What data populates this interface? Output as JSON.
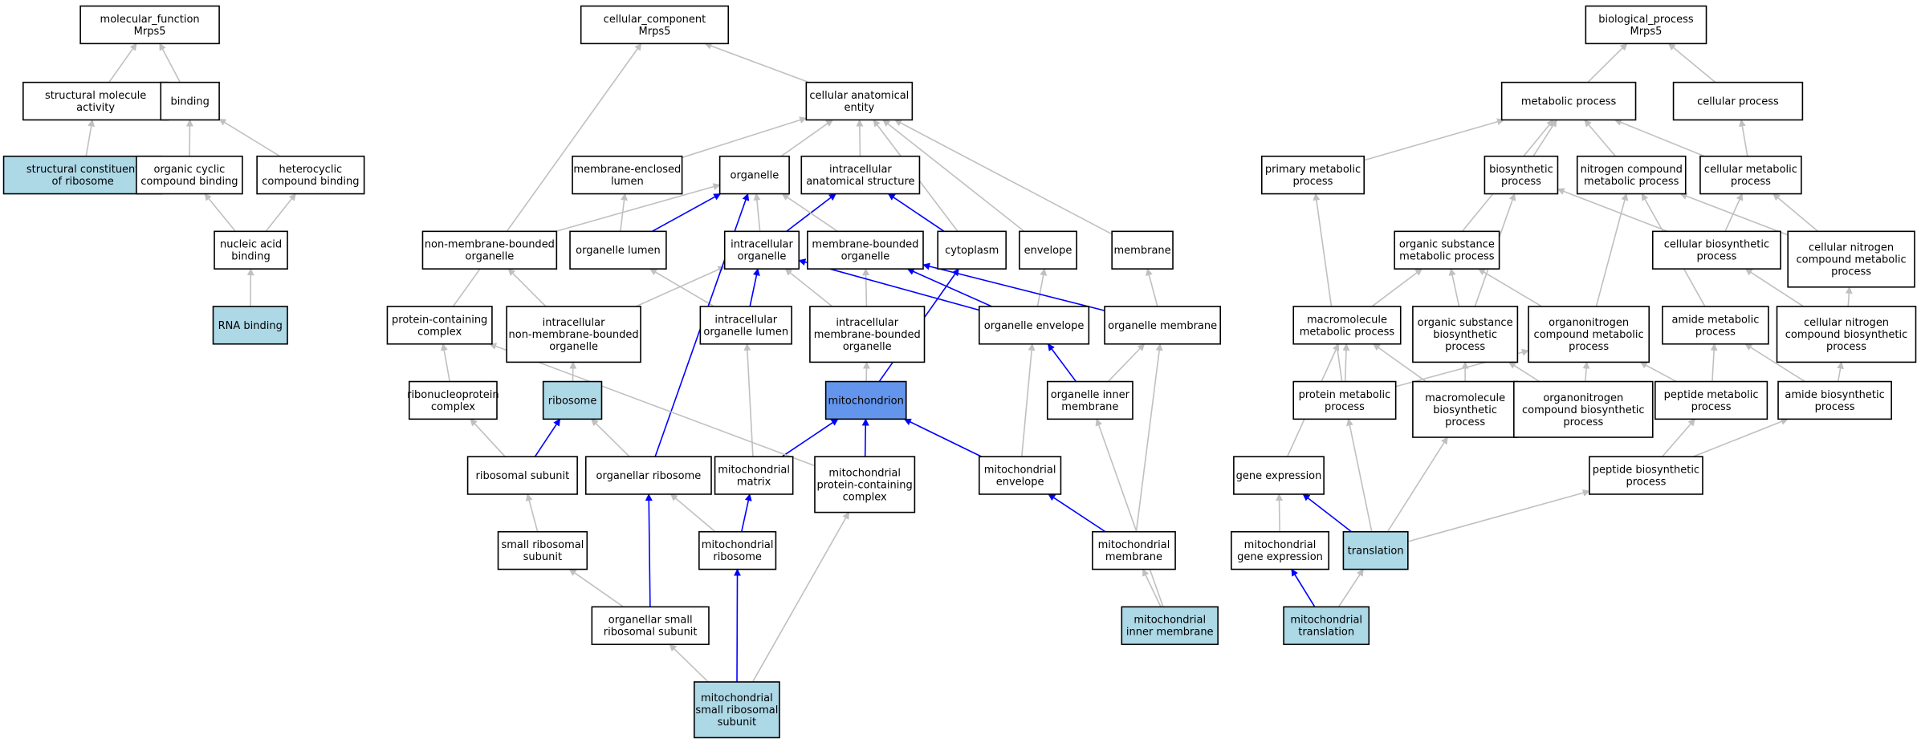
{
  "colors": {
    "default_fill": "#ffffff",
    "highlight_fill": "#add8e6",
    "focus_fill": "#6495ed",
    "edge_gray": "#c0c0c0",
    "edge_blue": "#0000ff"
  },
  "nodes": [
    {
      "id": "mf",
      "lines": [
        "molecular_function",
        "Mrps5"
      ],
      "style": "default"
    },
    {
      "id": "cc",
      "lines": [
        "cellular_component",
        "Mrps5"
      ],
      "style": "default"
    },
    {
      "id": "bp",
      "lines": [
        "biological_process",
        "Mrps5"
      ],
      "style": "default"
    },
    {
      "id": "sma",
      "lines": [
        "structural molecule",
        "activity"
      ],
      "style": "default"
    },
    {
      "id": "binding",
      "lines": [
        "binding"
      ],
      "style": "default"
    },
    {
      "id": "cae",
      "lines": [
        "cellular anatomical",
        "entity"
      ],
      "style": "default"
    },
    {
      "id": "metproc",
      "lines": [
        "metabolic process"
      ],
      "style": "default"
    },
    {
      "id": "cellproc",
      "lines": [
        "cellular process"
      ],
      "style": "default"
    },
    {
      "id": "scr",
      "lines": [
        "structural constituent",
        "of ribosome"
      ],
      "style": "highlight"
    },
    {
      "id": "occb",
      "lines": [
        "organic cyclic",
        "compound binding"
      ],
      "style": "default"
    },
    {
      "id": "hcb",
      "lines": [
        "heterocyclic",
        "compound binding"
      ],
      "style": "default"
    },
    {
      "id": "mel",
      "lines": [
        "membrane-enclosed",
        "lumen"
      ],
      "style": "default"
    },
    {
      "id": "organelle",
      "lines": [
        "organelle"
      ],
      "style": "default"
    },
    {
      "id": "ias",
      "lines": [
        "intracellular",
        "anatomical structure"
      ],
      "style": "default"
    },
    {
      "id": "pmp",
      "lines": [
        "primary metabolic",
        "process"
      ],
      "style": "default"
    },
    {
      "id": "biosyn",
      "lines": [
        "biosynthetic",
        "process"
      ],
      "style": "default"
    },
    {
      "id": "ncmp",
      "lines": [
        "nitrogen compound",
        "metabolic process"
      ],
      "style": "default"
    },
    {
      "id": "cmp",
      "lines": [
        "cellular metabolic",
        "process"
      ],
      "style": "default"
    },
    {
      "id": "nab",
      "lines": [
        "nucleic acid",
        "binding"
      ],
      "style": "default"
    },
    {
      "id": "nmbo",
      "lines": [
        "non-membrane-bounded",
        "organelle"
      ],
      "style": "default"
    },
    {
      "id": "olumen",
      "lines": [
        "organelle lumen"
      ],
      "style": "default"
    },
    {
      "id": "io",
      "lines": [
        "intracellular",
        "organelle"
      ],
      "style": "default"
    },
    {
      "id": "mbo",
      "lines": [
        "membrane-bounded",
        "organelle"
      ],
      "style": "default"
    },
    {
      "id": "cytoplasm",
      "lines": [
        "cytoplasm"
      ],
      "style": "default"
    },
    {
      "id": "envelope",
      "lines": [
        "envelope"
      ],
      "style": "default"
    },
    {
      "id": "membrane",
      "lines": [
        "membrane"
      ],
      "style": "default"
    },
    {
      "id": "osmp",
      "lines": [
        "organic substance",
        "metabolic process"
      ],
      "style": "default"
    },
    {
      "id": "cbp",
      "lines": [
        "cellular biosynthetic",
        "process"
      ],
      "style": "default"
    },
    {
      "id": "cncmp",
      "lines": [
        "cellular nitrogen",
        "compound metabolic",
        "process"
      ],
      "style": "default"
    },
    {
      "id": "rnab",
      "lines": [
        "RNA binding"
      ],
      "style": "highlight"
    },
    {
      "id": "pcc",
      "lines": [
        "protein-containing",
        "complex"
      ],
      "style": "default"
    },
    {
      "id": "inmbo",
      "lines": [
        "intracellular",
        "non-membrane-bounded",
        "organelle"
      ],
      "style": "default"
    },
    {
      "id": "iol",
      "lines": [
        "intracellular",
        "organelle lumen"
      ],
      "style": "default"
    },
    {
      "id": "imbo",
      "lines": [
        "intracellular",
        "membrane-bounded",
        "organelle"
      ],
      "style": "default"
    },
    {
      "id": "oenv",
      "lines": [
        "organelle envelope"
      ],
      "style": "default"
    },
    {
      "id": "omem",
      "lines": [
        "organelle membrane"
      ],
      "style": "default"
    },
    {
      "id": "mmp",
      "lines": [
        "macromolecule",
        "metabolic process"
      ],
      "style": "default"
    },
    {
      "id": "osbp",
      "lines": [
        "organic substance",
        "biosynthetic",
        "process"
      ],
      "style": "default"
    },
    {
      "id": "oncmp",
      "lines": [
        "organonitrogen",
        "compound metabolic",
        "process"
      ],
      "style": "default"
    },
    {
      "id": "amp",
      "lines": [
        "amide metabolic",
        "process"
      ],
      "style": "default"
    },
    {
      "id": "cncbp",
      "lines": [
        "cellular nitrogen",
        "compound biosynthetic",
        "process"
      ],
      "style": "default"
    },
    {
      "id": "rnpc",
      "lines": [
        "ribonucleoprotein",
        "complex"
      ],
      "style": "default"
    },
    {
      "id": "ribosome",
      "lines": [
        "ribosome"
      ],
      "style": "highlight"
    },
    {
      "id": "mito",
      "lines": [
        "mitochondrion"
      ],
      "style": "focus"
    },
    {
      "id": "oim",
      "lines": [
        "organelle inner",
        "membrane"
      ],
      "style": "default"
    },
    {
      "id": "protmp",
      "lines": [
        "protein metabolic",
        "process"
      ],
      "style": "default"
    },
    {
      "id": "mbp",
      "lines": [
        "macromolecule",
        "biosynthetic",
        "process"
      ],
      "style": "default"
    },
    {
      "id": "oncbp",
      "lines": [
        "organonitrogen",
        "compound biosynthetic",
        "process"
      ],
      "style": "default"
    },
    {
      "id": "pepmp",
      "lines": [
        "peptide metabolic",
        "process"
      ],
      "style": "default"
    },
    {
      "id": "abp",
      "lines": [
        "amide biosynthetic",
        "process"
      ],
      "style": "default"
    },
    {
      "id": "rsu",
      "lines": [
        "ribosomal subunit"
      ],
      "style": "default"
    },
    {
      "id": "orib",
      "lines": [
        "organellar ribosome"
      ],
      "style": "default"
    },
    {
      "id": "mmatrix",
      "lines": [
        "mitochondrial",
        "matrix"
      ],
      "style": "default"
    },
    {
      "id": "mpcc",
      "lines": [
        "mitochondrial",
        "protein-containing",
        "complex"
      ],
      "style": "default"
    },
    {
      "id": "menv",
      "lines": [
        "mitochondrial",
        "envelope"
      ],
      "style": "default"
    },
    {
      "id": "geneexp",
      "lines": [
        "gene expression"
      ],
      "style": "default"
    },
    {
      "id": "pepbp",
      "lines": [
        "peptide biosynthetic",
        "process"
      ],
      "style": "default"
    },
    {
      "id": "ssu",
      "lines": [
        "small ribosomal",
        "subunit"
      ],
      "style": "default"
    },
    {
      "id": "mrib",
      "lines": [
        "mitochondrial",
        "ribosome"
      ],
      "style": "default"
    },
    {
      "id": "mmem",
      "lines": [
        "mitochondrial",
        "membrane"
      ],
      "style": "default"
    },
    {
      "id": "mge",
      "lines": [
        "mitochondrial",
        "gene expression"
      ],
      "style": "default"
    },
    {
      "id": "translation",
      "lines": [
        "translation"
      ],
      "style": "highlight"
    },
    {
      "id": "ossu",
      "lines": [
        "organellar small",
        "ribosomal subunit"
      ],
      "style": "default"
    },
    {
      "id": "mim",
      "lines": [
        "mitochondrial",
        "inner membrane"
      ],
      "style": "highlight"
    },
    {
      "id": "mtrans",
      "lines": [
        "mitochondrial",
        "translation"
      ],
      "style": "highlight"
    },
    {
      "id": "mssu",
      "lines": [
        "mitochondrial",
        "small ribosomal",
        "subunit"
      ],
      "style": "highlight"
    }
  ],
  "edges": [
    {
      "from": "sma",
      "to": "mf",
      "color": "gray"
    },
    {
      "from": "binding",
      "to": "mf",
      "color": "gray"
    },
    {
      "from": "scr",
      "to": "sma",
      "color": "gray"
    },
    {
      "from": "occb",
      "to": "binding",
      "color": "gray"
    },
    {
      "from": "hcb",
      "to": "binding",
      "color": "gray"
    },
    {
      "from": "nab",
      "to": "occb",
      "color": "gray"
    },
    {
      "from": "nab",
      "to": "hcb",
      "color": "gray"
    },
    {
      "from": "rnab",
      "to": "nab",
      "color": "gray"
    },
    {
      "from": "cae",
      "to": "cc",
      "color": "gray"
    },
    {
      "from": "pcc",
      "to": "cc",
      "color": "gray"
    },
    {
      "from": "mel",
      "to": "cae",
      "color": "gray"
    },
    {
      "from": "organelle",
      "to": "cae",
      "color": "gray"
    },
    {
      "from": "ias",
      "to": "cae",
      "color": "gray"
    },
    {
      "from": "cytoplasm",
      "to": "cae",
      "color": "gray"
    },
    {
      "from": "envelope",
      "to": "cae",
      "color": "gray"
    },
    {
      "from": "membrane",
      "to": "cae",
      "color": "gray"
    },
    {
      "from": "nmbo",
      "to": "organelle",
      "color": "gray"
    },
    {
      "from": "olumen",
      "to": "organelle",
      "color": "blue"
    },
    {
      "from": "olumen",
      "to": "mel",
      "color": "gray"
    },
    {
      "from": "io",
      "to": "organelle",
      "color": "gray"
    },
    {
      "from": "io",
      "to": "ias",
      "color": "blue"
    },
    {
      "from": "mbo",
      "to": "organelle",
      "color": "gray"
    },
    {
      "from": "cytoplasm",
      "to": "ias",
      "color": "blue"
    },
    {
      "from": "inmbo",
      "to": "nmbo",
      "color": "gray"
    },
    {
      "from": "inmbo",
      "to": "io",
      "color": "gray"
    },
    {
      "from": "iol",
      "to": "io",
      "color": "blue"
    },
    {
      "from": "iol",
      "to": "olumen",
      "color": "gray"
    },
    {
      "from": "imbo",
      "to": "io",
      "color": "gray"
    },
    {
      "from": "imbo",
      "to": "mbo",
      "color": "gray"
    },
    {
      "from": "oenv",
      "to": "io",
      "color": "blue"
    },
    {
      "from": "oenv",
      "to": "mbo",
      "color": "blue"
    },
    {
      "from": "oenv",
      "to": "envelope",
      "color": "gray"
    },
    {
      "from": "omem",
      "to": "mbo",
      "color": "blue"
    },
    {
      "from": "omem",
      "to": "membrane",
      "color": "gray"
    },
    {
      "from": "rnpc",
      "to": "pcc",
      "color": "gray"
    },
    {
      "from": "ribosome",
      "to": "inmbo",
      "color": "gray"
    },
    {
      "from": "mito",
      "to": "cytoplasm",
      "color": "blue"
    },
    {
      "from": "mito",
      "to": "imbo",
      "color": "gray"
    },
    {
      "from": "oim",
      "to": "oenv",
      "color": "blue"
    },
    {
      "from": "oim",
      "to": "omem",
      "color": "gray"
    },
    {
      "from": "rsu",
      "to": "rnpc",
      "color": "gray"
    },
    {
      "from": "rsu",
      "to": "ribosome",
      "color": "blue"
    },
    {
      "from": "orib",
      "to": "ribosome",
      "color": "gray"
    },
    {
      "from": "orib",
      "to": "organelle",
      "color": "blue"
    },
    {
      "from": "mmatrix",
      "to": "mito",
      "color": "blue"
    },
    {
      "from": "mmatrix",
      "to": "iol",
      "color": "gray"
    },
    {
      "from": "mpcc",
      "to": "mito",
      "color": "blue"
    },
    {
      "from": "mpcc",
      "to": "pcc",
      "color": "gray"
    },
    {
      "from": "menv",
      "to": "mito",
      "color": "blue"
    },
    {
      "from": "menv",
      "to": "oenv",
      "color": "gray"
    },
    {
      "from": "ssu",
      "to": "rsu",
      "color": "gray"
    },
    {
      "from": "mrib",
      "to": "orib",
      "color": "gray"
    },
    {
      "from": "mrib",
      "to": "mmatrix",
      "color": "blue"
    },
    {
      "from": "mmem",
      "to": "menv",
      "color": "blue"
    },
    {
      "from": "mmem",
      "to": "omem",
      "color": "gray"
    },
    {
      "from": "ossu",
      "to": "ssu",
      "color": "gray"
    },
    {
      "from": "ossu",
      "to": "orib",
      "color": "blue"
    },
    {
      "from": "mim",
      "to": "mmem",
      "color": "gray"
    },
    {
      "from": "mim",
      "to": "oim",
      "color": "gray"
    },
    {
      "from": "mssu",
      "to": "ossu",
      "color": "gray"
    },
    {
      "from": "mssu",
      "to": "mrib",
      "color": "blue"
    },
    {
      "from": "mssu",
      "to": "mpcc",
      "color": "gray"
    },
    {
      "from": "metproc",
      "to": "bp",
      "color": "gray"
    },
    {
      "from": "cellproc",
      "to": "bp",
      "color": "gray"
    },
    {
      "from": "pmp",
      "to": "metproc",
      "color": "gray"
    },
    {
      "from": "biosyn",
      "to": "metproc",
      "color": "gray"
    },
    {
      "from": "ncmp",
      "to": "metproc",
      "color": "gray"
    },
    {
      "from": "cmp",
      "to": "metproc",
      "color": "gray"
    },
    {
      "from": "cmp",
      "to": "cellproc",
      "color": "gray"
    },
    {
      "from": "osmp",
      "to": "metproc",
      "color": "gray"
    },
    {
      "from": "cbp",
      "to": "biosyn",
      "color": "gray"
    },
    {
      "from": "cbp",
      "to": "cmp",
      "color": "gray"
    },
    {
      "from": "cncmp",
      "to": "ncmp",
      "color": "gray"
    },
    {
      "from": "cncmp",
      "to": "cmp",
      "color": "gray"
    },
    {
      "from": "mmp",
      "to": "osmp",
      "color": "gray"
    },
    {
      "from": "osbp",
      "to": "osmp",
      "color": "gray"
    },
    {
      "from": "osbp",
      "to": "biosyn",
      "color": "gray"
    },
    {
      "from": "oncmp",
      "to": "osmp",
      "color": "gray"
    },
    {
      "from": "oncmp",
      "to": "ncmp",
      "color": "gray"
    },
    {
      "from": "amp",
      "to": "ncmp",
      "color": "gray"
    },
    {
      "from": "cncbp",
      "to": "cbp",
      "color": "gray"
    },
    {
      "from": "cncbp",
      "to": "cncmp",
      "color": "gray"
    },
    {
      "from": "protmp",
      "to": "pmp",
      "color": "gray"
    },
    {
      "from": "protmp",
      "to": "mmp",
      "color": "gray"
    },
    {
      "from": "protmp",
      "to": "oncmp",
      "color": "gray"
    },
    {
      "from": "mbp",
      "to": "mmp",
      "color": "gray"
    },
    {
      "from": "mbp",
      "to": "osbp",
      "color": "gray"
    },
    {
      "from": "oncbp",
      "to": "osbp",
      "color": "gray"
    },
    {
      "from": "oncbp",
      "to": "oncmp",
      "color": "gray"
    },
    {
      "from": "pepmp",
      "to": "oncmp",
      "color": "gray"
    },
    {
      "from": "pepmp",
      "to": "amp",
      "color": "gray"
    },
    {
      "from": "abp",
      "to": "amp",
      "color": "gray"
    },
    {
      "from": "abp",
      "to": "cncbp",
      "color": "gray"
    },
    {
      "from": "geneexp",
      "to": "mmp",
      "color": "gray"
    },
    {
      "from": "pepbp",
      "to": "pepmp",
      "color": "gray"
    },
    {
      "from": "pepbp",
      "to": "abp",
      "color": "gray"
    },
    {
      "from": "mge",
      "to": "geneexp",
      "color": "gray"
    },
    {
      "from": "translation",
      "to": "geneexp",
      "color": "blue"
    },
    {
      "from": "translation",
      "to": "protmp",
      "color": "gray"
    },
    {
      "from": "translation",
      "to": "mbp",
      "color": "gray"
    },
    {
      "from": "translation",
      "to": "pepbp",
      "color": "gray"
    },
    {
      "from": "mtrans",
      "to": "mge",
      "color": "blue"
    },
    {
      "from": "mtrans",
      "to": "translation",
      "color": "gray"
    }
  ]
}
